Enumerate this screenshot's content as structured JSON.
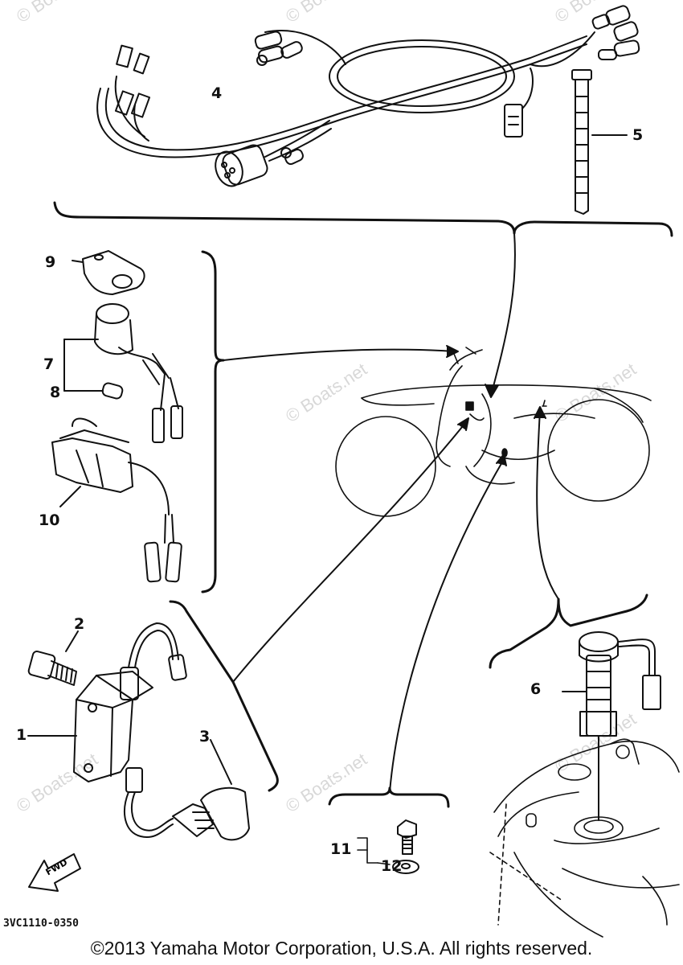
{
  "watermark": "© Boats.net",
  "callouts": [
    "1",
    "2",
    "3",
    "4",
    "5",
    "6",
    "7",
    "8",
    "9",
    "10",
    "11",
    "12"
  ],
  "fwd_label": "FWD",
  "part_code": "3VC1110-0350",
  "copyright": "©2013 Yamaha Motor Corporation, U.S.A. All rights reserved.",
  "line_color": "#111111"
}
